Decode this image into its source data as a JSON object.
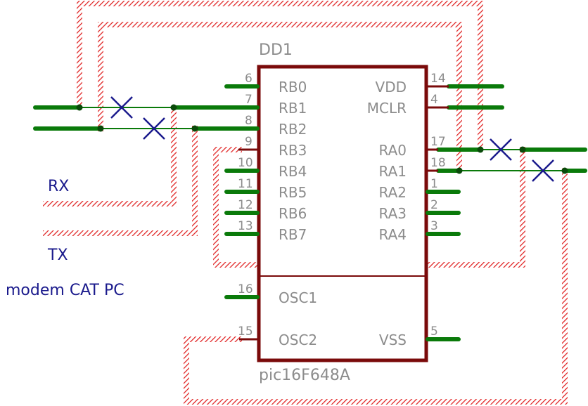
{
  "component": {
    "designator": "DD1",
    "part_number": "pic16F648A",
    "body_color": "#7a0a0a"
  },
  "pins_left": [
    {
      "num": "6",
      "name": "RB0"
    },
    {
      "num": "7",
      "name": "RB1"
    },
    {
      "num": "8",
      "name": "RB2"
    },
    {
      "num": "9",
      "name": "RB3"
    },
    {
      "num": "10",
      "name": "RB4"
    },
    {
      "num": "11",
      "name": "RB5"
    },
    {
      "num": "12",
      "name": "RB6"
    },
    {
      "num": "13",
      "name": "RB7"
    },
    {
      "num": "16",
      "name": "OSC1"
    },
    {
      "num": "15",
      "name": "OSC2"
    }
  ],
  "pins_right": [
    {
      "num": "14",
      "name": "VDD"
    },
    {
      "num": "4",
      "name": "MCLR"
    },
    {
      "num": "17",
      "name": "RA0"
    },
    {
      "num": "18",
      "name": "RA1"
    },
    {
      "num": "1",
      "name": "RA2"
    },
    {
      "num": "2",
      "name": "RA3"
    },
    {
      "num": "3",
      "name": "RA4"
    },
    {
      "num": "5",
      "name": "VSS"
    }
  ],
  "pin_rb2_name_text": "RB2",
  "net_labels": {
    "rx": "RX",
    "tx": "TX",
    "caption": "modem CAT PC"
  },
  "colors": {
    "wire": "#0a7a0a",
    "bus_stripe": "#e02020",
    "net_label": "#1a1a8c",
    "pin_text": "#8c8c8c"
  }
}
